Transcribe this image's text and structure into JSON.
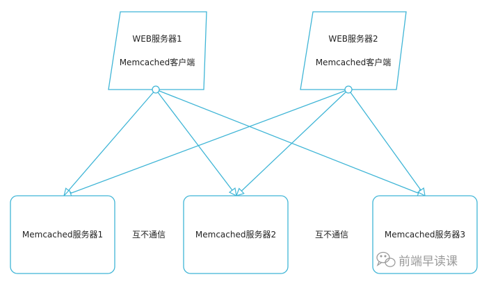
{
  "colors": {
    "stroke": "#3fb5d6",
    "text": "#222222",
    "watermark": "#9a9a9a"
  },
  "web_servers": [
    {
      "title": "WEB服务器1",
      "subtitle": "Memcached客户端"
    },
    {
      "title": "WEB服务器2",
      "subtitle": "Memcached客户端"
    }
  ],
  "cache_servers": [
    {
      "label": "Memcached服务器1"
    },
    {
      "label": "Memcached服务器2"
    },
    {
      "label": "Memcached服务器3"
    }
  ],
  "notes": [
    "互不通信",
    "互不通信"
  ],
  "watermark": {
    "icon": "wechat-icon",
    "text": "前端早读课"
  }
}
